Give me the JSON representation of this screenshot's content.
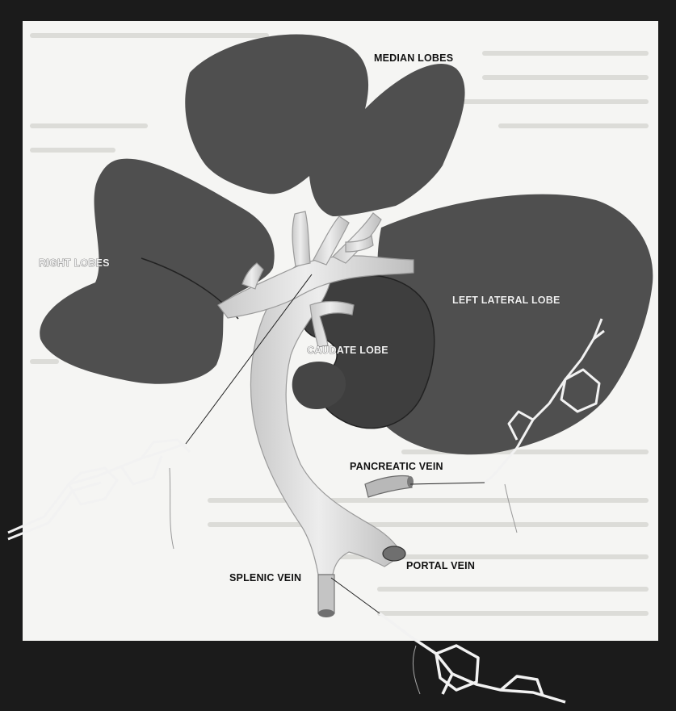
{
  "colors": {
    "frame": "#1b1b1b",
    "paper": "#f5f5f3",
    "lobe": "#4f4f4f",
    "vein": "#d9d9d9",
    "molecule": "#f2f2f2",
    "faint_text": "#d6d6d3"
  },
  "labels": {
    "median_lobes": "MEDIAN LOBES",
    "right_lobes": "RIGHT LOBES",
    "left_lateral_lobe": "LEFT LATERAL LOBE",
    "caudate_lobe": "CAUDATE LOBE",
    "pancreatic_vein": "PANCREATIC VEIN",
    "portal_vein": "PORTAL VEIN",
    "splenic_vein": "SPLENIC VEIN"
  }
}
